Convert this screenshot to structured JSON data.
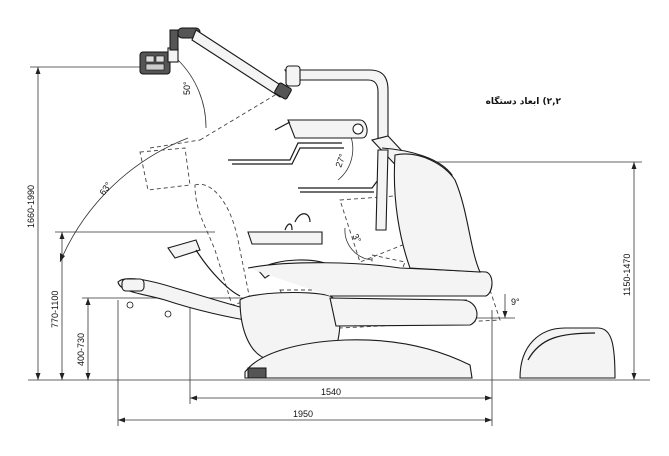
{
  "section": {
    "title": "۲,۲) ابعاد دستگاه"
  },
  "dimensions": {
    "overall_height": "1660-1990",
    "armrest_height": "770-1100",
    "seat_height": "400-730",
    "side_height": "1150-1470",
    "base_length": "1540",
    "total_length": "1950"
  },
  "angles": {
    "lamp_arm": "50°",
    "lamp_swing": "63°",
    "tray_tilt": "27°",
    "backrest_incline": "3°",
    "seat_tilt": "9°"
  }
}
